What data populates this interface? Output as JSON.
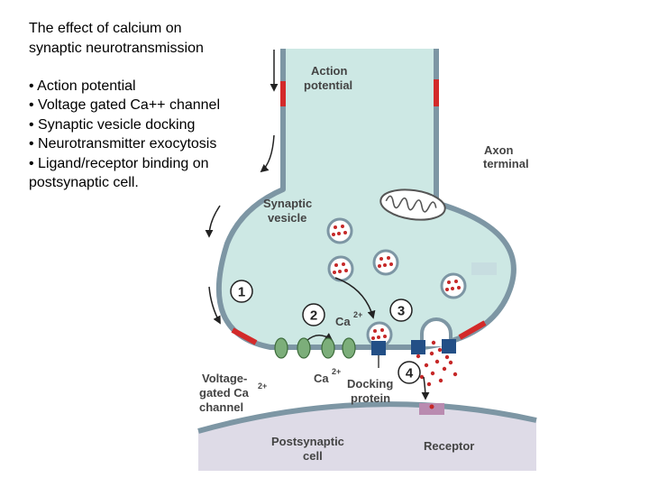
{
  "title": {
    "line1": "The effect of calcium on",
    "line2": "synaptic neurotransmission"
  },
  "bullets": [
    "• Action potential",
    "• Voltage gated Ca++ channel",
    "• Synaptic vesicle docking",
    "• Neurotransmitter exocytosis",
    "• Ligand/receptor binding on postsynaptic cell."
  ],
  "diagram": {
    "labels": {
      "action_l1": "Action",
      "action_l2": "potential",
      "axon_l1": "Axon",
      "axon_l2": "terminal",
      "vesicle_l1": "Synaptic",
      "vesicle_l2": "vesicle",
      "ca_main": "Ca",
      "ca_sup": "2+",
      "ca_lower": "Ca",
      "ca_lower_sup": "2+",
      "vg_l1": "Voltage-",
      "vg_l2": "gated Ca",
      "vg_l2_sup": "2+",
      "vg_l3": "channel",
      "dock_l1": "Docking",
      "dock_l2": "protein",
      "post_l1": "Postsynaptic",
      "post_l2": "cell",
      "receptor": "Receptor"
    },
    "steps": [
      "1",
      "2",
      "3",
      "4"
    ],
    "colors": {
      "cytoplasm": "#cde8e4",
      "membrane": "#7d96a4",
      "action_potential": "#d32a2a",
      "vesicle_dot": "#c62828",
      "channel": "#7cae7a",
      "docking_protein": "#234f86",
      "receptor": "#b98bb0",
      "postsynaptic": "#dedbe7"
    }
  }
}
